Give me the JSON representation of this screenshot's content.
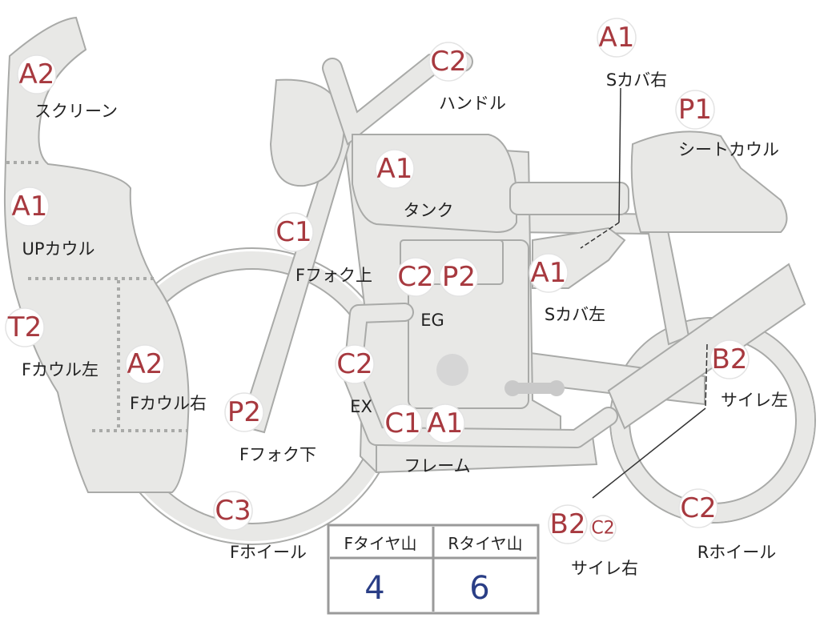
{
  "parts": [
    {
      "id": "screen",
      "grade": "A2",
      "label": "スクリーン"
    },
    {
      "id": "up-cowl",
      "grade": "A1",
      "label": "UPカウル"
    },
    {
      "id": "f-cowl-left",
      "grade": "T2",
      "label": "Fカウル左"
    },
    {
      "id": "f-cowl-right",
      "grade": "A2",
      "label": "Fカウル右"
    },
    {
      "id": "f-fork-upper",
      "grade": "C1",
      "label": "Fフォク上"
    },
    {
      "id": "f-fork-lower",
      "grade": "P2",
      "label": "Fフォク下"
    },
    {
      "id": "f-wheel",
      "grade": "C3",
      "label": "Fホイール"
    },
    {
      "id": "handle",
      "grade": "C2",
      "label": "ハンドル"
    },
    {
      "id": "tank",
      "grade": "A1",
      "label": "タンク"
    },
    {
      "id": "eg",
      "grades": [
        "C2",
        "P2"
      ],
      "label": "EG"
    },
    {
      "id": "ex",
      "grade": "C2",
      "label": "EX"
    },
    {
      "id": "frame",
      "grades": [
        "C1",
        "A1"
      ],
      "label": "フレーム"
    },
    {
      "id": "s-cover-right",
      "grade": "A1",
      "label": "Sカバ右"
    },
    {
      "id": "seat-cowl",
      "grade": "P1",
      "label": "シートカウル"
    },
    {
      "id": "s-cover-left",
      "grade": "A1",
      "label": "Sカバ左"
    },
    {
      "id": "muffler-left",
      "grade": "B2",
      "label": "サイレ左"
    },
    {
      "id": "muffler-right",
      "grades": [
        "B2",
        "C2"
      ],
      "label": "サイレ右"
    },
    {
      "id": "r-wheel",
      "grade": "C2",
      "label": "Rホイール"
    }
  ],
  "tire_table": {
    "headers": [
      "Fタイヤ山",
      "Rタイヤ山"
    ],
    "values": [
      "4",
      "6"
    ]
  },
  "colors": {
    "grade": "#a7393f",
    "value": "#2a3e86",
    "body_fill": "#e8e8e6",
    "body_stroke": "#a9aaa8"
  }
}
